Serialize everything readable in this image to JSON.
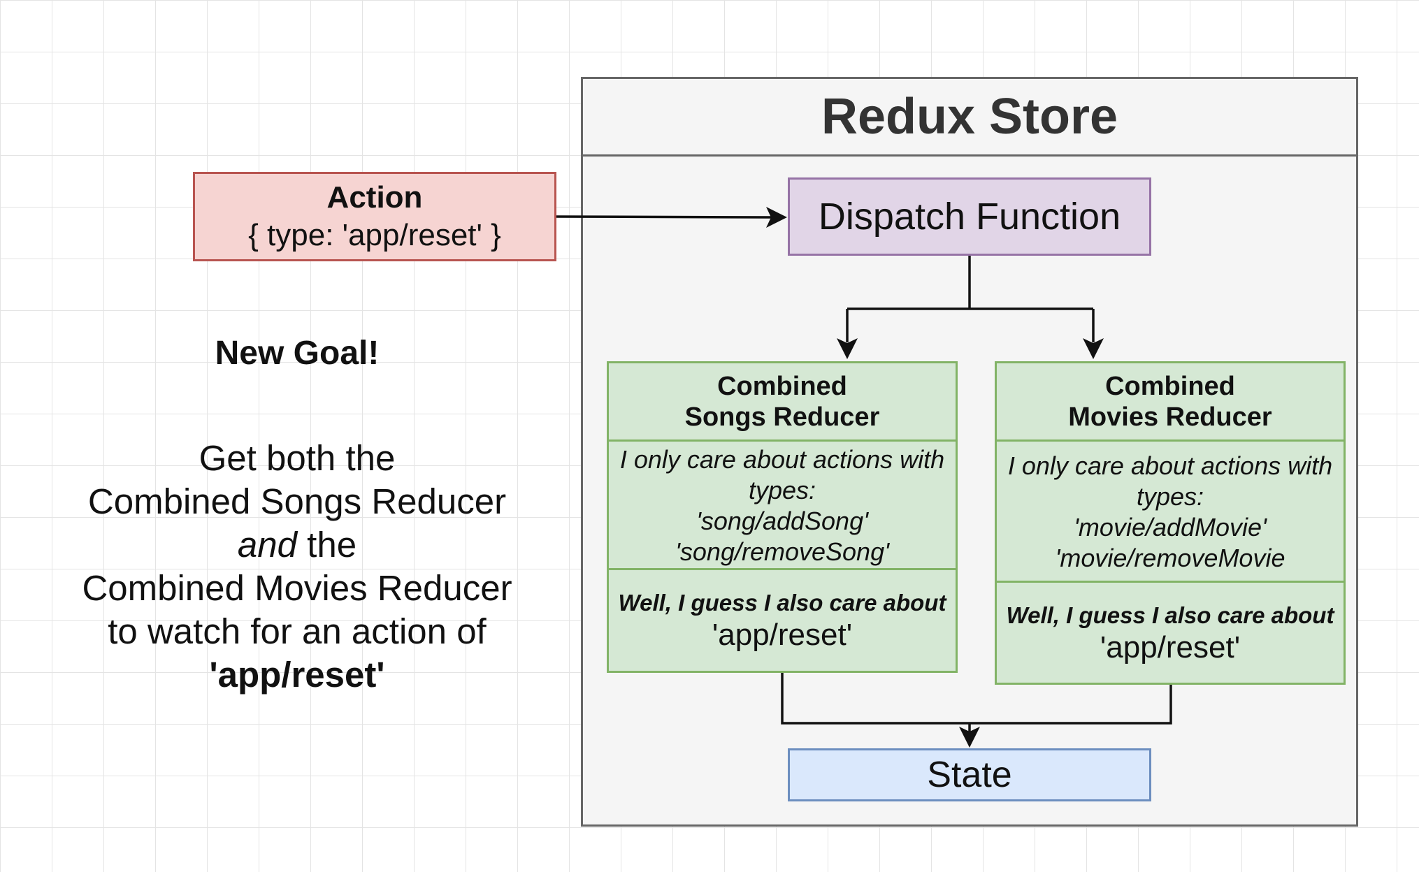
{
  "store": {
    "title": "Redux Store"
  },
  "action": {
    "title": "Action",
    "value": "{ type: 'app/reset' }"
  },
  "dispatch": {
    "label": "Dispatch Function"
  },
  "reducers": {
    "songs": {
      "title_line1": "Combined",
      "title_line2": "Songs Reducer",
      "care_line1": "I only care about actions with",
      "care_line2": "types:",
      "types": [
        "'song/addSong'",
        "'song/removeSong'"
      ],
      "also_care": "Well, I guess I also care about",
      "reset_type": "'app/reset'"
    },
    "movies": {
      "title_line1": "Combined",
      "title_line2": "Movies Reducer",
      "care_line1": "I only care about actions with",
      "care_line2": "types:",
      "types": [
        "'movie/addMovie'",
        "'movie/removeMovie"
      ],
      "also_care": "Well, I guess I also care about",
      "reset_type": "'app/reset'"
    }
  },
  "state": {
    "label": "State"
  },
  "goal": {
    "heading": "New Goal!",
    "line1": "Get both the",
    "line2": "Combined Songs Reducer",
    "line3_italic": "and",
    "line3_rest": " the",
    "line4": "Combined Movies Reducer",
    "line5": "to watch for an action of",
    "line6": "'app/reset'"
  },
  "colors": {
    "action_fill": "#f6d4d2",
    "action_border": "#b85450",
    "dispatch_fill": "#e1d5e7",
    "dispatch_border": "#9673a6",
    "reducer_fill": "#d5e8d4",
    "reducer_border": "#82b366",
    "state_fill": "#dae8fc",
    "state_border": "#6c8ebf",
    "store_fill": "#f5f5f5",
    "store_border": "#666666"
  }
}
